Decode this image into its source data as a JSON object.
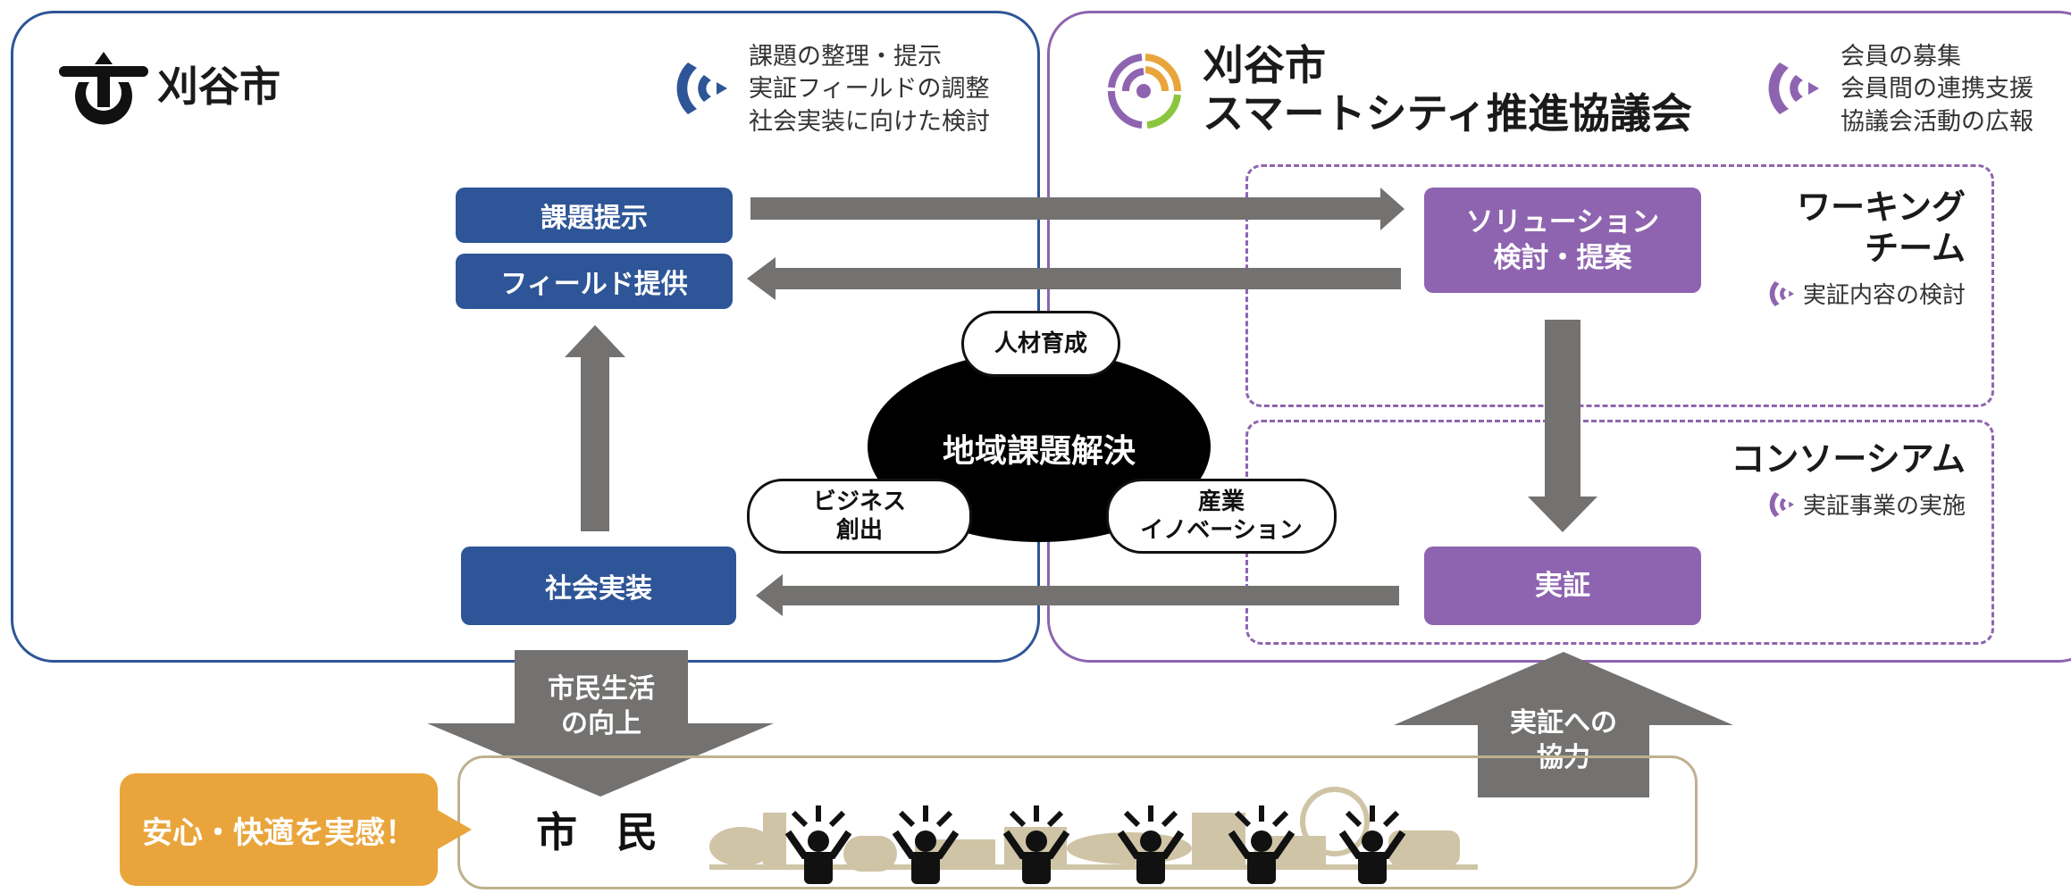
{
  "city": {
    "name": "刈谷市",
    "roles": [
      "課題の整理・提示",
      "実証フィールドの調整",
      "社会実装に向けた検討"
    ],
    "buttons": {
      "issue": "課題提示",
      "field": "フィールド提供",
      "implementation": "社会実装"
    }
  },
  "council": {
    "name_line1": "刈谷市",
    "name_line2": "スマートシティ推進協議会",
    "roles": [
      "会員の募集",
      "会員間の連携支援",
      "協議会活動の広報"
    ],
    "solution_line1": "ソリューション",
    "solution_line2": "検討・提案",
    "demo": "実証"
  },
  "working_group": {
    "title_line1": "ワーキング",
    "title_line2": "チーム",
    "note": "実証内容の検討"
  },
  "consortium": {
    "title": "コンソーシアム",
    "note": "実証事業の実施"
  },
  "center": {
    "main": "地域課題解決",
    "top": "人材育成",
    "left_line1": "ビジネス",
    "left_line2": "創出",
    "right_line1": "産業",
    "right_line2": "イノベーション"
  },
  "citizens": {
    "label": "市 民",
    "callout": "安心・快適を実感！",
    "down_line1": "市民生活",
    "down_line2": "の向上",
    "up_line1": "実証への",
    "up_line2": "協力"
  },
  "colors": {
    "city_blue": "#2e5597",
    "council_purple": "#8e64b0",
    "arrow_gray": "#747270",
    "callout_orange": "#e9a53b",
    "citizen_border": "#bfb08f"
  },
  "icons": [
    "kariya-city-emblem-icon",
    "council-logo-icon",
    "signal-icon",
    "person-cheering-icon",
    "cityscape-silhouette"
  ]
}
